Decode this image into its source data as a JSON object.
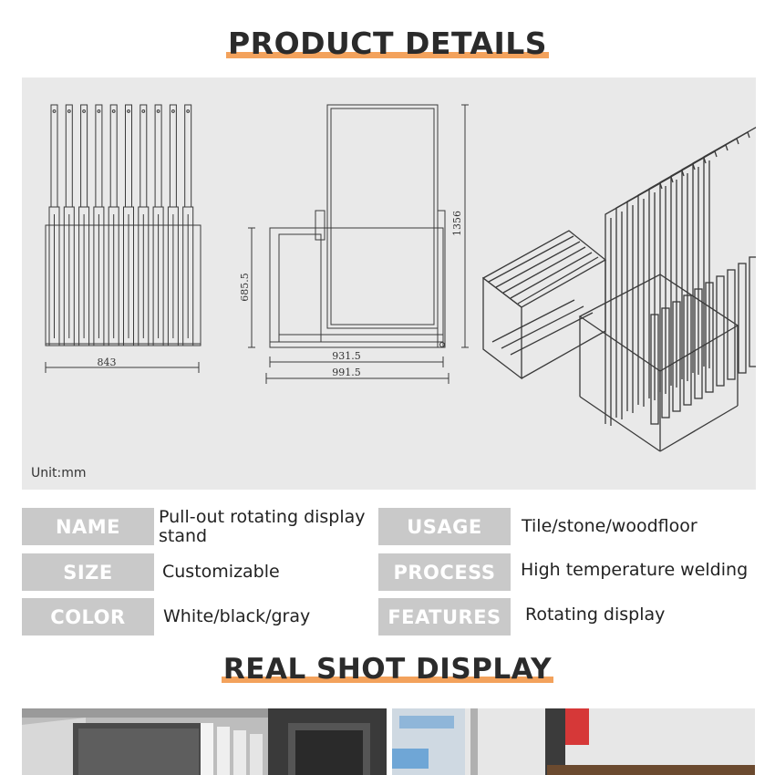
{
  "product_details": {
    "title": "PRODUCT DETAILS",
    "unit": "Unit:mm",
    "dimensions": {
      "front_width": "843",
      "side_height": "1356",
      "side_lower_height": "685.5",
      "side_inner_width": "931.5",
      "side_outer_width": "991.5"
    }
  },
  "specs": {
    "name": {
      "label": "NAME",
      "value": "Pull-out rotating display stand"
    },
    "size": {
      "label": "SIZE",
      "value": "Customizable"
    },
    "color": {
      "label": "COLOR",
      "value": "White/black/gray"
    },
    "usage": {
      "label": "USAGE",
      "value": "Tile/stone/woodfloor"
    },
    "process": {
      "label": "PROCESS",
      "value": "High temperature welding"
    },
    "features": {
      "label": "FEATURES",
      "value": "Rotating display"
    }
  },
  "real_shot": {
    "title": "REAL SHOT DISPLAY"
  },
  "colors": {
    "accent": "#f3a25c",
    "label_bg": "#c9c9c9",
    "panel_bg": "#e9e9e9"
  }
}
